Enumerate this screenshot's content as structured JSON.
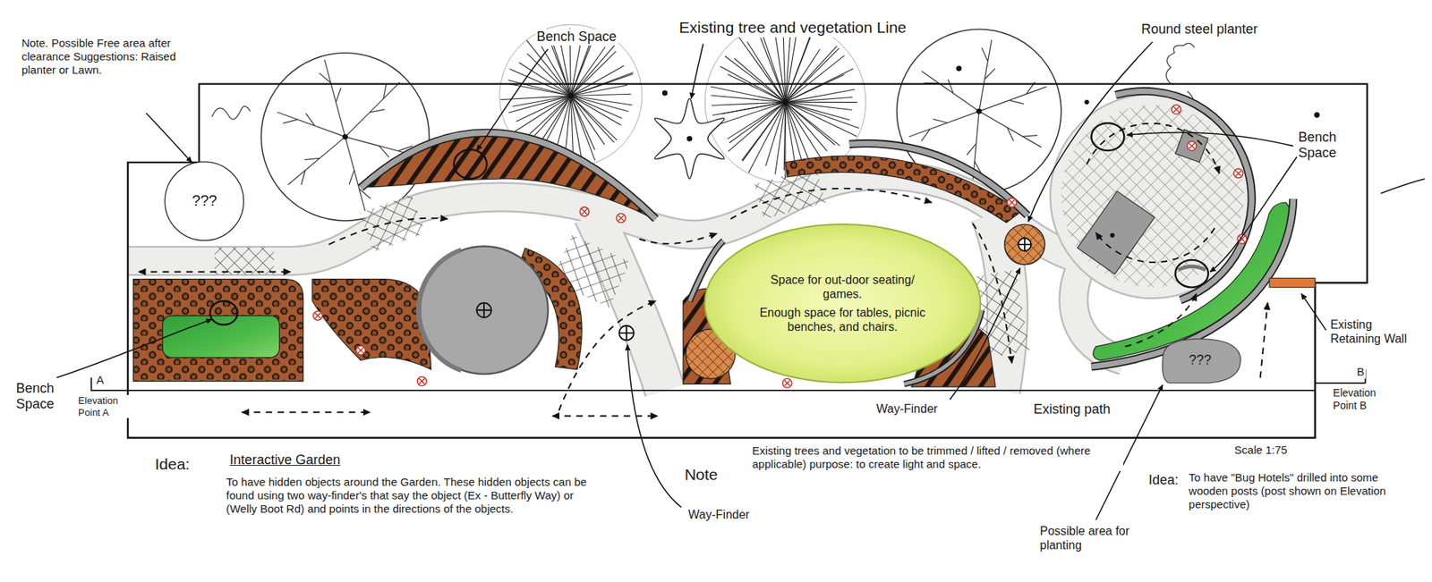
{
  "diagram": {
    "nodes": [
      {
        "text": [
          "???"
        ]
      },
      {
        "text": [
          "Space for out-door seating/ games.",
          "Enough space for tables, picnic benches, and chairs."
        ]
      },
      {
        "text": [
          "???"
        ]
      }
    ],
    "labels": [
      "Note. Possible Free area after clearance Suggestions: Raised planter or Lawn.",
      "Bench Space",
      "Existing tree and vegetation Line",
      "Round steel planter",
      "Bench Space",
      "Existing Retaining Wall",
      "Bench Space",
      "A",
      "Elevation Point A",
      "B",
      "Elevation Point B",
      "Way-Finder",
      "Existing path",
      "Scale 1:75",
      "Idea:",
      "Interactive Garden",
      "To have hidden objects around the Garden. These hidden objects can be found using two way-finder's that say the object (Ex - Butterfly Way) or (Welly Boot Rd) and points in the directions of the objects.",
      "Note",
      "Existing trees and vegetation to be trimmed / lifted / removed (where applicable) purpose: to create light and space.",
      "Idea:",
      "To have \"Bug Hotels\" drilled into some wooden posts (post shown on Elevation perspective)",
      "Way-Finder",
      "Possible area for planting"
    ]
  }
}
